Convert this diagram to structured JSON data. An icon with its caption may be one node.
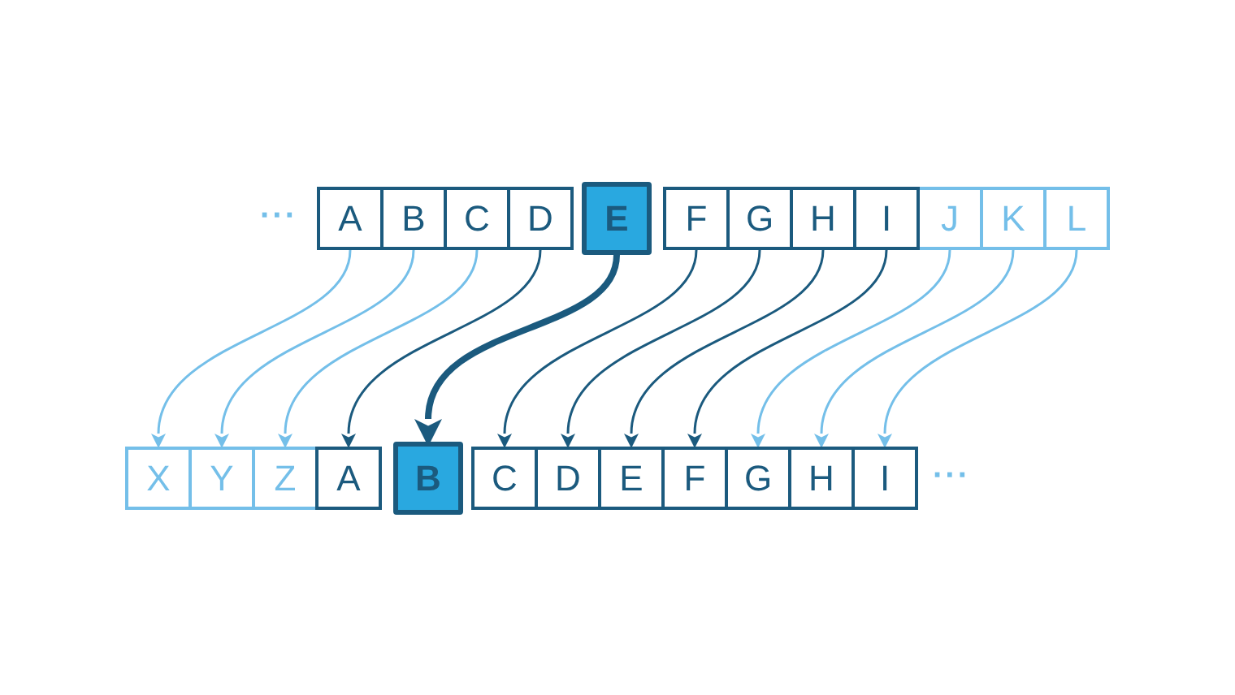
{
  "diagram": {
    "nodes": [
      {
        "text": [
          "A"
        ]
      },
      {
        "text": [
          "B"
        ]
      },
      {
        "text": [
          "C"
        ]
      },
      {
        "text": [
          "D"
        ]
      },
      {
        "text": [
          "E"
        ]
      },
      {
        "text": [
          "F"
        ]
      },
      {
        "text": [
          "G"
        ]
      },
      {
        "text": [
          "H"
        ]
      },
      {
        "text": [
          "I"
        ]
      },
      {
        "text": [
          "J"
        ]
      },
      {
        "text": [
          "K"
        ]
      },
      {
        "text": [
          "L"
        ]
      },
      {
        "text": [
          "X"
        ]
      },
      {
        "text": [
          "Y"
        ]
      },
      {
        "text": [
          "Z"
        ]
      },
      {
        "text": [
          "A"
        ]
      },
      {
        "text": [
          "B"
        ]
      },
      {
        "text": [
          "C"
        ]
      },
      {
        "text": [
          "D"
        ]
      },
      {
        "text": [
          "E"
        ]
      },
      {
        "text": [
          "F"
        ]
      },
      {
        "text": [
          "G"
        ]
      },
      {
        "text": [
          "H"
        ]
      },
      {
        "text": [
          "I"
        ]
      }
    ],
    "edges": [
      {
        "from": 0,
        "to": 12,
        "arrow": "to",
        "color": "#74bfe9"
      },
      {
        "from": 1,
        "to": 13,
        "arrow": "to",
        "color": "#74bfe9"
      },
      {
        "from": 2,
        "to": 14,
        "arrow": "to",
        "color": "#74bfe9"
      },
      {
        "from": 3,
        "to": 15,
        "arrow": "to",
        "color": "#1b5a7e"
      },
      {
        "from": 4,
        "to": 16,
        "arrow": "to",
        "style": "thick",
        "color": "#1b5a7e"
      },
      {
        "from": 5,
        "to": 17,
        "arrow": "to",
        "color": "#1b5a7e"
      },
      {
        "from": 6,
        "to": 18,
        "arrow": "to",
        "color": "#1b5a7e"
      },
      {
        "from": 7,
        "to": 19,
        "arrow": "to",
        "color": "#1b5a7e"
      },
      {
        "from": 8,
        "to": 20,
        "arrow": "to",
        "color": "#1b5a7e"
      },
      {
        "from": 9,
        "to": 21,
        "arrow": "to",
        "color": "#74bfe9"
      },
      {
        "from": 10,
        "to": 22,
        "arrow": "to",
        "color": "#74bfe9"
      },
      {
        "from": 11,
        "to": 23,
        "arrow": "to",
        "color": "#74bfe9"
      }
    ],
    "labels": [
      "···",
      "···"
    ]
  }
}
